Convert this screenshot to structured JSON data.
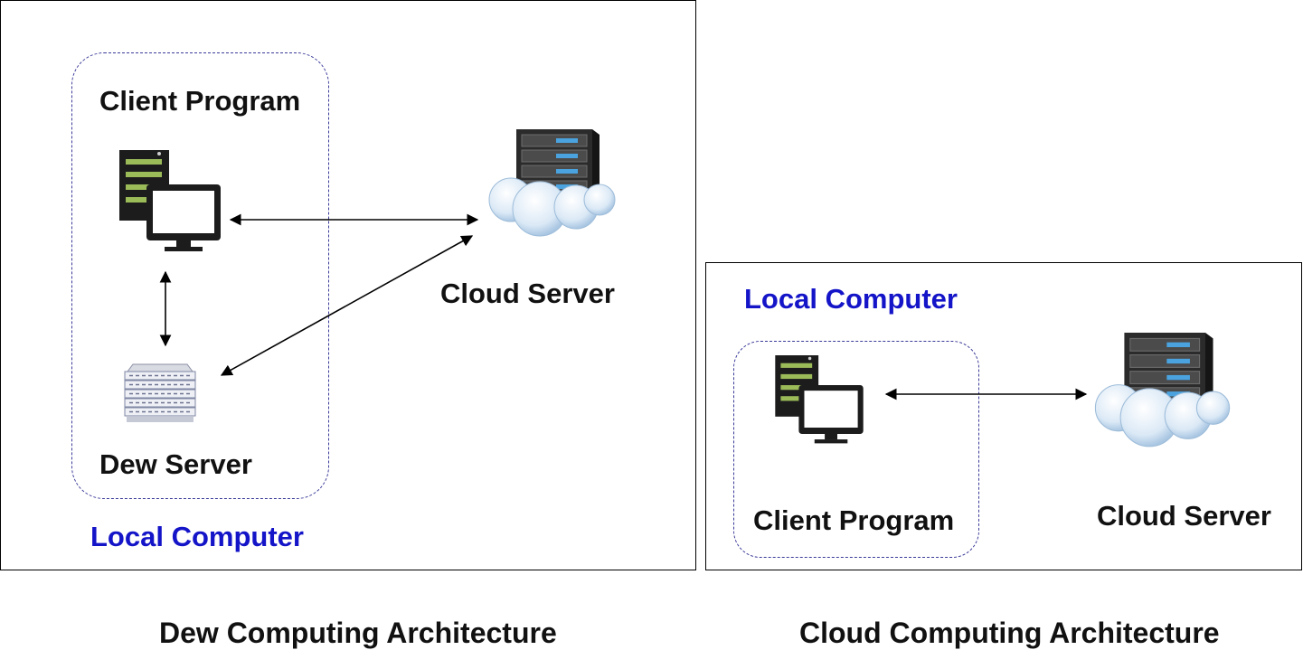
{
  "left_diagram": {
    "client_program_label": "Client Program",
    "dew_server_label": "Dew Server",
    "cloud_server_label": "Cloud Server",
    "local_computer_label": "Local Computer",
    "caption": "Dew Computing Architecture"
  },
  "right_diagram": {
    "local_computer_label": "Local Computer",
    "client_program_label": "Client Program",
    "cloud_server_label": "Cloud Server",
    "caption": "Cloud Computing Architecture"
  },
  "colors": {
    "accent_text": "#1414c8",
    "group_border": "#3b3b9a",
    "server_green": "#9bbb59",
    "screen_blue": "#4aa3df"
  }
}
